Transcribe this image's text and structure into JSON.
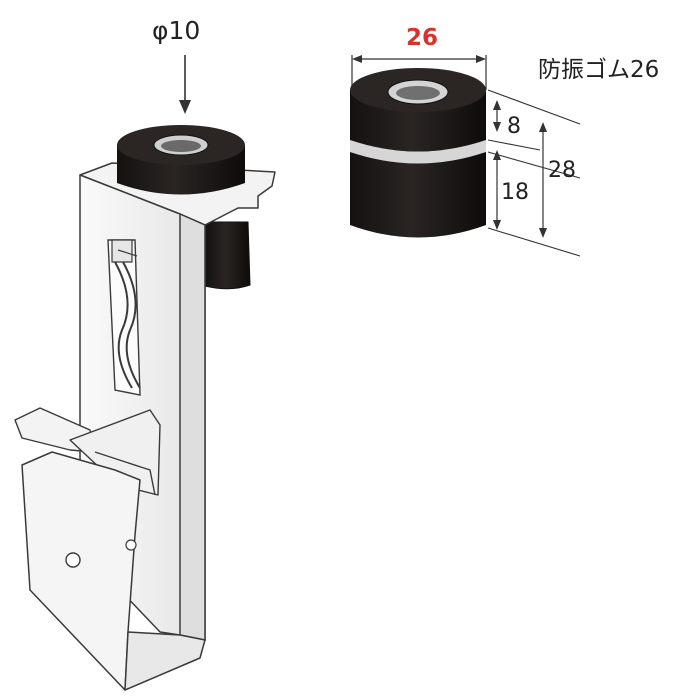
{
  "labels": {
    "shaft_diameter": "φ10",
    "rubber_width": "26",
    "product_name": "防振ゴム26",
    "upper_height": "8",
    "lower_height": "18",
    "total_height": "28"
  },
  "colors": {
    "dimension_accent": "#d9322b",
    "rubber": "#1e1a18",
    "metal": "#f1f1f1",
    "line": "#3a3a3a",
    "text": "#222222"
  }
}
